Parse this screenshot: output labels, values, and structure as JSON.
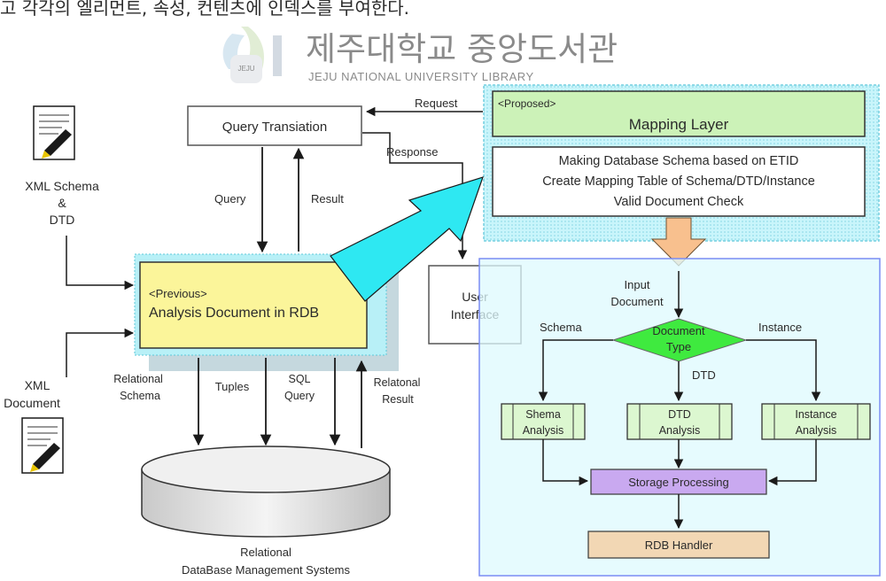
{
  "header": {
    "top_korean_text": "고 각각의 엘리먼트, 속성, 컨텐츠에 인덱스를 부여한다.",
    "watermark_korean": "제주대학교 중앙도서관",
    "watermark_english": "JEJU NATIONAL UNIVERSITY LIBRARY",
    "logo_text": "JEJU"
  },
  "left": {
    "xml_schema_label": [
      "XML Schema",
      "&",
      "DTD"
    ],
    "xml_document_label": [
      "XML",
      "Document"
    ],
    "query_translation": "Query Transiation",
    "query_label": "Query",
    "result_label": "Result",
    "request_label": "Request",
    "response_label": "Response",
    "previous_tag": "<Previous>",
    "previous_title": "Analysis Document in RDB",
    "user_interface": [
      "User",
      "Interface"
    ],
    "relational_schema": [
      "Relational",
      "Schema"
    ],
    "tuples": "Tuples",
    "sql_query": [
      "SQL",
      "Query"
    ],
    "relational_result": [
      "Relatonal",
      "Result"
    ],
    "rdbms_label": [
      "Relational",
      "DataBase Management Systems"
    ]
  },
  "right": {
    "proposed_tag": "<Proposed>",
    "mapping_layer": "Mapping Layer",
    "mapping_lines": [
      "Making Database Schema based on ETID",
      "Create Mapping Table of Schema/DTD/Instance",
      "Valid Document Check"
    ],
    "input_document": [
      "Input",
      "Document"
    ],
    "schema_label": "Schema",
    "instance_label": "Instance",
    "dtd_label": "DTD",
    "document_type": [
      "Document",
      "Type"
    ],
    "shema_analysis": [
      "Shema",
      "Analysis"
    ],
    "dtd_analysis": [
      "DTD",
      "Analysis"
    ],
    "instance_analysis": [
      "Instance",
      "Analysis"
    ],
    "storage_processing": "Storage Processing",
    "rdb_handler": "RDB Handler"
  },
  "colors": {
    "mapping_green": "#ccf2b8",
    "mapping_panel_bg": "#c9f5fb",
    "yellow_box": "#fbf59a",
    "diamond_green": "#3fea3f",
    "analysis_green": "#dcf7d0",
    "storage_purple": "#c9a9f0",
    "handler_tan": "#f2d7b4",
    "big_arrow_cyan": "#2ee8f2",
    "down_arrow_orange": "#f8c08e",
    "blue_border": "#7a8cf4"
  }
}
